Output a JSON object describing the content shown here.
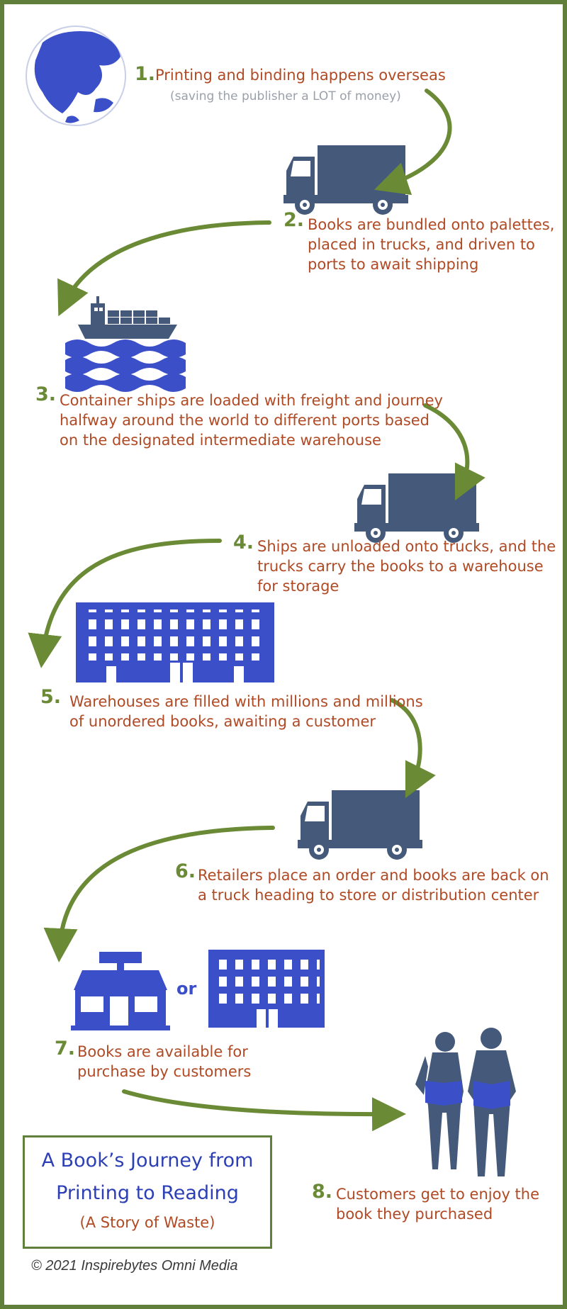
{
  "steps": [
    {
      "num": "1.",
      "lines": [
        "Printing and binding happens overseas"
      ],
      "note": "(saving the publisher a LOT of money)"
    },
    {
      "num": "2.",
      "lines": [
        "Books are bundled onto palettes,",
        "placed in trucks, and driven to",
        "ports to await shipping"
      ]
    },
    {
      "num": "3.",
      "lines": [
        "Container ships are loaded with freight and journey",
        "halfway around the world to different ports based",
        "on the designated intermediate warehouse"
      ]
    },
    {
      "num": "4.",
      "lines": [
        "Ships are unloaded onto trucks, and the",
        "trucks carry the books to a warehouse",
        "for storage"
      ]
    },
    {
      "num": "5.",
      "lines": [
        "Warehouses are filled with millions and millions",
        "of unordered books, awaiting a customer"
      ]
    },
    {
      "num": "6.",
      "lines": [
        "Retailers place an order and books are back on",
        "a truck heading to store or distribution center"
      ]
    },
    {
      "num": "7.",
      "lines": [
        "Books are available for",
        "purchase by customers"
      ]
    },
    {
      "num": "8.",
      "lines": [
        "Customers get to enjoy the",
        "book they purchased"
      ]
    }
  ],
  "or_label": "or",
  "title": {
    "line1": "A Book’s Journey from",
    "line2": "Printing to Reading",
    "subtitle": "(A Story of Waste)"
  },
  "copyright": "© 2021 Inspirebytes Omni Media",
  "icons": [
    "globe-icon",
    "truck-icon",
    "container-ship-icon",
    "warehouse-icon",
    "storefront-icon",
    "people-reading-icon"
  ],
  "colors": {
    "frame": "#5f7f3a",
    "arrow": "#6a8a35",
    "text": "#b04a25",
    "icon_slate": "#455a7a",
    "icon_blue": "#3a4fc8",
    "title": "#2c3fb5"
  }
}
